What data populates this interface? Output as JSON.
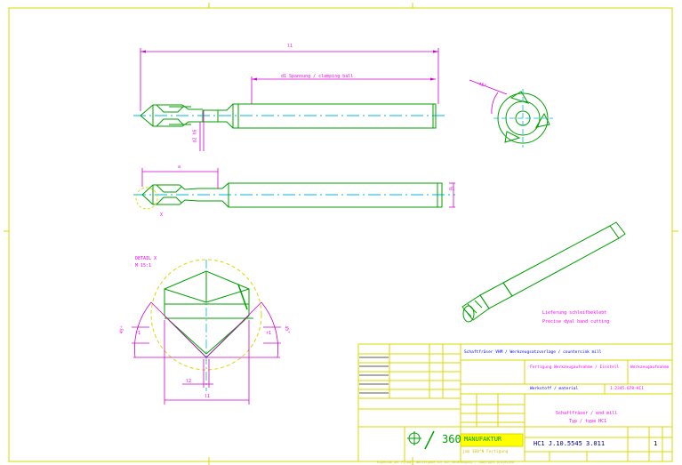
{
  "drawing": {
    "dim_overall_length": "l1",
    "shank_note": "d1 Spannung / clamping ball",
    "dim_diameter_side": "d2 h6",
    "dim_a": "a",
    "dim_d": "d1",
    "detail_label": "DETAIL X",
    "detail_scale": "M 15:1",
    "angle_label_top": "45°",
    "angle_left": "45°",
    "angle_right": "45°",
    "left_small_dim": "r1",
    "right_small_dim": "r1",
    "dim_bottom_1": "l2",
    "dim_bottom_2": "l1",
    "view_letter": "X",
    "note_line_1": "Lieferung schleifbeklebt",
    "note_line_2": "Precise dyal band cutting"
  },
  "title_block": {
    "row1_left": "Schaftfräser VHM / Werkzeugsatzvorlage / countersink mill",
    "row2_left": "Fertigung Werkzeugaufnahme / Einstell",
    "row2_right": "Werkzeugaufnahme",
    "logo_text": "360",
    "logo_brand": "MANUFAKTUR",
    "logo_sub": "job 360°N Fertigung",
    "part_title_de": "Schaftfräser / end mill",
    "part_title_type": "Typ / type HC1",
    "drawing_number": "HC1 J.10.5545 3.011",
    "sheet": "1",
    "material_label": "Werkstoff / material",
    "drawing_code": "1.2345.678-HC1",
    "footer_line": "Eigentum der Firma - Weitergabe nur mit Genehmigung / Copyright protected"
  },
  "colors": {
    "frame": "#d8d800",
    "geometry": "#00b000",
    "dimension": "#d000d0",
    "centerline": "#00b8d8",
    "title_text": "#0000ff"
  }
}
